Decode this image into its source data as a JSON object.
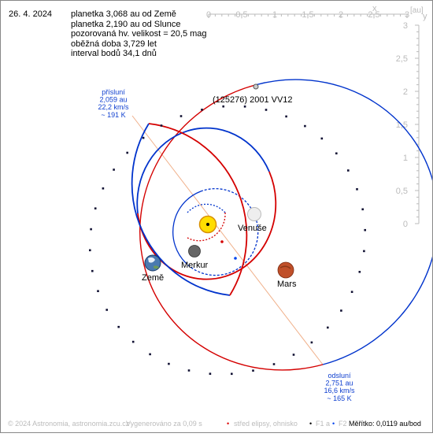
{
  "header": {
    "date": "26. 4. 2024",
    "info": [
      "planetka 3,068 au od Země",
      "planetka 2,190 au od Slunce",
      "pozorovaná hv. velikost = 20,5 mag",
      "oběžná doba 3,729 let",
      "interval bodů 34,1 dnů"
    ]
  },
  "axes": {
    "x_label": "x",
    "x_unit": "[au]",
    "y_label": "y",
    "x_ticks": [
      "0",
      "0,5",
      "1",
      "1,5",
      "2",
      "2,5",
      "3"
    ],
    "y_ticks": [
      "3",
      "2,5",
      "2",
      "1,5",
      "1",
      "0,5",
      "0"
    ]
  },
  "bodies": {
    "sun": "",
    "mercury": "Merkur",
    "venus": "Venuše",
    "earth": "Země",
    "mars": "Mars",
    "asteroid": "(125276) 2001 VV12"
  },
  "perihelion": [
    "přísluní",
    "2,059 au",
    "22,2 km/s",
    "~ 191 K"
  ],
  "aphelion": [
    "odsluní",
    "2,751 au",
    "16,6 km/s",
    "~ 165 K"
  ],
  "footer": {
    "copyright": "© 2024 Astronomia, astronomia.zcu.cz",
    "generated": "Vygenerováno za 0,09 s",
    "legend_center": "střed elipsy, ohnisko",
    "legend_f1": "F1 a",
    "legend_f2": "F2",
    "scale": "Měřítko: 0,0119 au/bod",
    "bullet": "•"
  },
  "colors": {
    "orbit_red": "#d40000",
    "orbit_blue": "#0033cc",
    "label_blue": "#1040d0",
    "axis_gray": "#bbbbbb",
    "apsis_line": "#f0b08a",
    "sun": "#ffdd00",
    "mars": "#c0502a",
    "mercury": "#666666",
    "venus": "#eeeeee",
    "earth": "#4a7ab0"
  }
}
